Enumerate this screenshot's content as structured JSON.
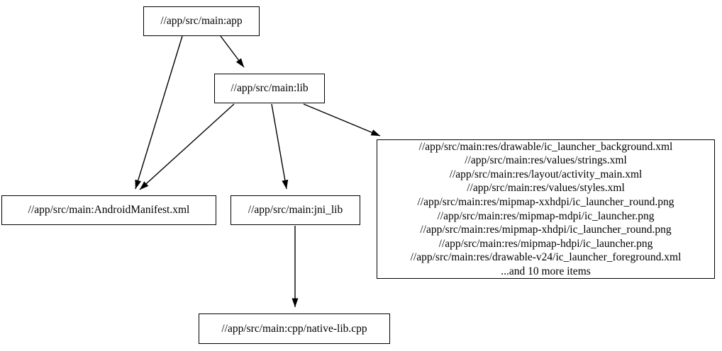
{
  "graph": {
    "type": "directed-dependency-graph",
    "nodes": [
      {
        "id": "app",
        "label": "//app/src/main:app"
      },
      {
        "id": "lib",
        "label": "//app/src/main:lib"
      },
      {
        "id": "manifest",
        "label": "//app/src/main:AndroidManifest.xml"
      },
      {
        "id": "jni_lib",
        "label": "//app/src/main:jni_lib"
      },
      {
        "id": "native_lib",
        "label": "//app/src/main:cpp/native-lib.cpp"
      },
      {
        "id": "res_group",
        "lines": [
          "//app/src/main:res/drawable/ic_launcher_background.xml",
          "//app/src/main:res/values/strings.xml",
          "//app/src/main:res/layout/activity_main.xml",
          "//app/src/main:res/values/styles.xml",
          "//app/src/main:res/mipmap-xxhdpi/ic_launcher_round.png",
          "//app/src/main:res/mipmap-mdpi/ic_launcher.png",
          "//app/src/main:res/mipmap-xhdpi/ic_launcher_round.png",
          "//app/src/main:res/mipmap-hdpi/ic_launcher.png",
          "//app/src/main:res/drawable-v24/ic_launcher_foreground.xml",
          "...and 10 more items"
        ]
      }
    ],
    "edges": [
      {
        "from": "app",
        "to": "manifest"
      },
      {
        "from": "app",
        "to": "lib"
      },
      {
        "from": "lib",
        "to": "manifest"
      },
      {
        "from": "lib",
        "to": "jni_lib"
      },
      {
        "from": "lib",
        "to": "res_group"
      },
      {
        "from": "jni_lib",
        "to": "native_lib"
      }
    ],
    "colors": {
      "stroke": "#000000",
      "node_fill": "#ffffff",
      "text": "#000000",
      "background": "#ffffff"
    }
  }
}
